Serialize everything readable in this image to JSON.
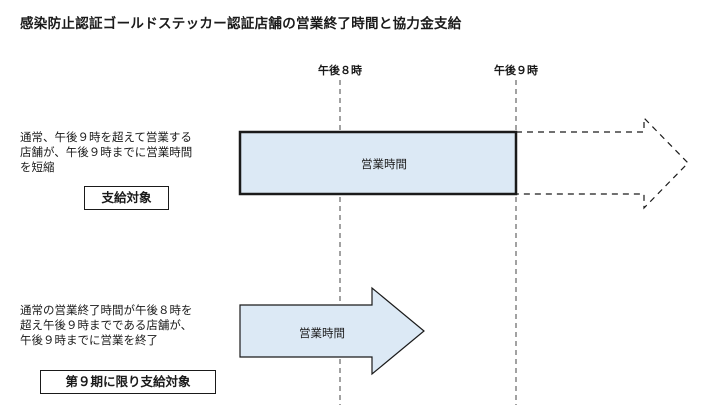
{
  "title": "感染防止認証ゴールドステッカー認証店舗の営業終了時間と協力金支給",
  "time_labels": {
    "t8": "午後８時",
    "t9": "午後９時"
  },
  "case1": {
    "description": "通常、午後９時を超えて営業する\n店舗が、午後９時までに営業時間\nを短縮",
    "badge": "支給対象",
    "bar_label": "営業時間"
  },
  "case2": {
    "description": "通常の営業終了時間が午後８時を\n超え午後９時までである店舗が、\n午後９時までに営業を終了",
    "badge": "第９期に限り支給対象",
    "arrow_label": "営業時間"
  },
  "colors": {
    "fill": "#dce9f5",
    "stroke": "#1a1a1a"
  }
}
